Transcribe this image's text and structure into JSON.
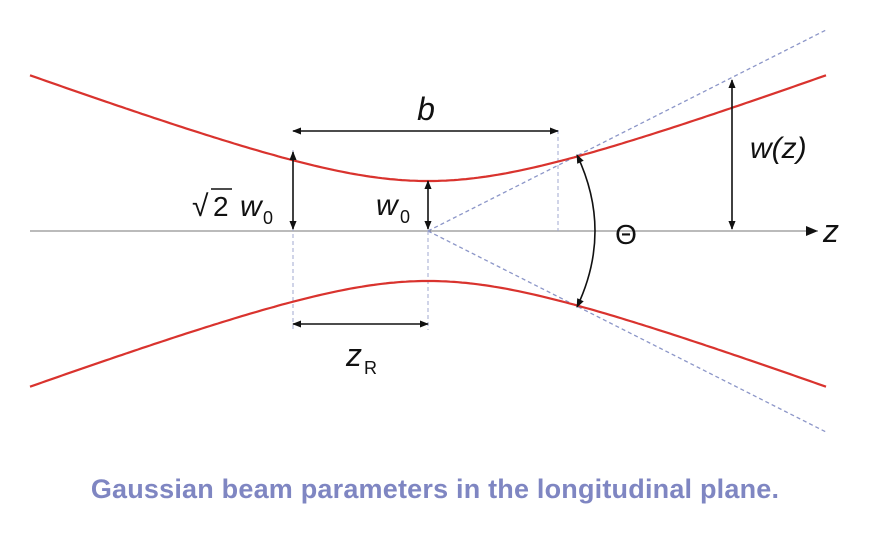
{
  "diagram": {
    "labels": {
      "b": "b",
      "sqrt_symbol": "√",
      "sqrt_two": "2",
      "w": "w",
      "w_sub": "0",
      "w0": "w",
      "w0_sub": "0",
      "wz": "w(z)",
      "theta": "Θ",
      "z_axis": "z",
      "zr": "z",
      "zr_sub": "R"
    },
    "colors": {
      "beam": "#d9332e",
      "asymptote": "#8c96c8",
      "guide": "#a0a8d0",
      "axis": "#777777",
      "arrow": "#111111",
      "caption": "#7f86c2"
    }
  },
  "caption": "Gaussian beam parameters in the longitudinal plane."
}
